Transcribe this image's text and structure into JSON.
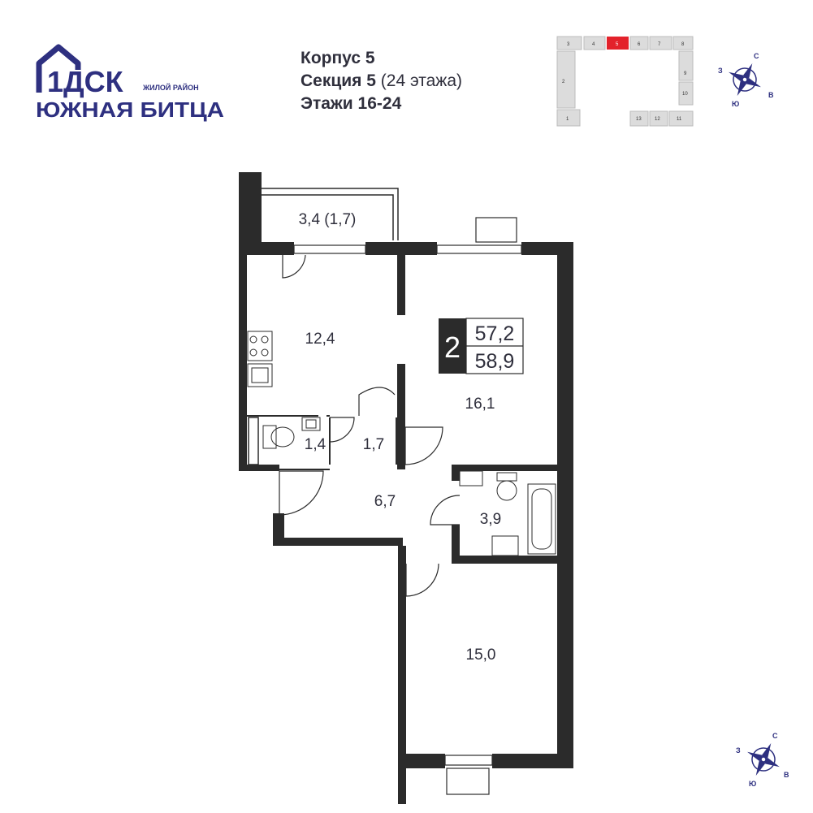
{
  "logo": {
    "main": "1ДСК",
    "district_label": "ЖИЛОЙ РАЙОН",
    "district_name": "ЮЖНАЯ БИТЦА"
  },
  "header": {
    "building_label": "Корпус 5",
    "section_label": "Секция 5",
    "section_floors": "(24 этажа)",
    "floors_label": "Этажи 16-24"
  },
  "section_map": {
    "highlight_color": "#e3222b",
    "sections": [
      "3",
      "4",
      "5",
      "6",
      "7",
      "8",
      "2",
      "9",
      "10",
      "1",
      "13",
      "12",
      "11"
    ],
    "active": "5"
  },
  "compass": {
    "north": "С",
    "west": "З",
    "south": "Ю",
    "east": "В"
  },
  "apartment": {
    "rooms": "2",
    "area_total": "57,2",
    "area_with_balcony": "58,9"
  },
  "rooms": {
    "balcony": "3,4 (1,7)",
    "kitchen": "12,4",
    "living_room": "16,1",
    "wc": "1,4",
    "corridor_small": "1,7",
    "hall": "6,7",
    "bathroom": "3,9",
    "bedroom": "15,0"
  },
  "colors": {
    "brand": "#2e3080",
    "wall": "#2b2b2b",
    "text": "#2f2f3c"
  }
}
